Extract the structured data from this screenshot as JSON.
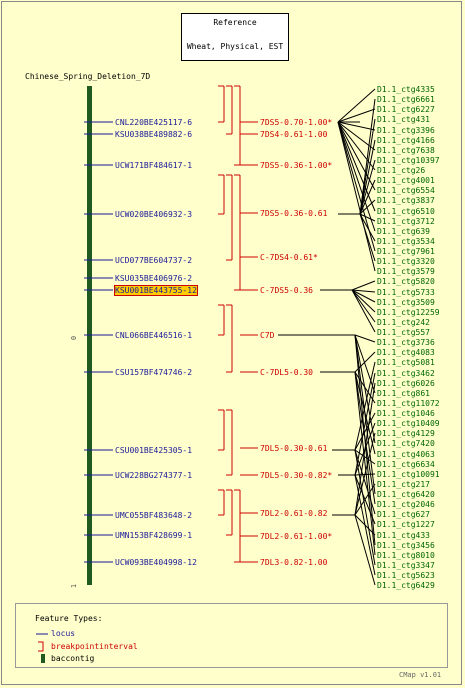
{
  "reference": {
    "line1": "Reference",
    "line2": "Wheat, Physical, EST"
  },
  "map_title": "Chinese_Spring_Deletion_7D",
  "tick_labels": [
    "0",
    "1"
  ],
  "loci": [
    {
      "label": "CNL220BE425117-6",
      "highlight": false
    },
    {
      "label": "KSU038BE489882-6",
      "highlight": false
    },
    {
      "label": "UCW171BF484617-1",
      "highlight": false
    },
    {
      "label": "UCW020BE406932-3",
      "highlight": false
    },
    {
      "label": "UCD077BE604737-2",
      "highlight": false
    },
    {
      "label": "KSU035BE406976-2",
      "highlight": false
    },
    {
      "label": "KSU001BE443755-12",
      "highlight": true
    },
    {
      "label": "CNL066BE446516-1",
      "highlight": false
    },
    {
      "label": "CSU157BF474746-2",
      "highlight": false
    },
    {
      "label": "CSU001BE425305-1",
      "highlight": false
    },
    {
      "label": "UCW228BG274377-1",
      "highlight": false
    },
    {
      "label": "UMC055BF483648-2",
      "highlight": false
    },
    {
      "label": "UMN153BF428699-1",
      "highlight": false
    },
    {
      "label": "UCW093BE404998-12",
      "highlight": false
    }
  ],
  "breakpoints": [
    "7DS5-0.70-1.00*",
    "7DS4-0.61-1.00",
    "7DS5-0.36-1.00*",
    "7DS5-0.36-0.61",
    "C-7DS4-0.61*",
    "C-7DS5-0.36",
    "C7D",
    "C-7DL5-0.30",
    "7DL5-0.30-0.61",
    "7DL5-0.30-0.82*",
    "7DL2-0.61-0.82",
    "7DL2-0.61-1.00*",
    "7DL3-0.82-1.00"
  ],
  "contigs": [
    "D1.1_ctg4335",
    "D1.1_ctg6661",
    "D1.1_ctg6227",
    "D1.1_ctg431",
    "D1.1_ctg3396",
    "D1.1_ctg4166",
    "D1.1_ctg7638",
    "D1.1_ctg10397",
    "D1.1_ctg26",
    "D1.1_ctg4001",
    "D1.1_ctg6554",
    "D1.1_ctg3837",
    "D1.1_ctg6510",
    "D1.1_ctg3712",
    "D1.1_ctg639",
    "D1.1_ctg3534",
    "D1.1_ctg7961",
    "D1.1_ctg3320",
    "D1.1_ctg3579",
    "D1.1_ctg5820",
    "D1.1_ctg5733",
    "D1.1_ctg3509",
    "D1.1_ctg12259",
    "D1.1_ctg242",
    "D1.1_ctg557",
    "D1.1_ctg3736",
    "D1.1_ctg4083",
    "D1.1_ctg5081",
    "D1.1_ctg3462",
    "D1.1_ctg6026",
    "D1.1_ctg861",
    "D1.1_ctg11072",
    "D1.1_ctg1046",
    "D1.1_ctg10409",
    "D1.1_ctg4129",
    "D1.1_ctg7420",
    "D1.1_ctg4063",
    "D1.1_ctg6634",
    "D1.1_ctg10091",
    "D1.1_ctg217",
    "D1.1_ctg6420",
    "D1.1_ctg2046",
    "D1.1_ctg627",
    "D1.1_ctg1227",
    "D1.1_ctg433",
    "D1.1_ctg3456",
    "D1.1_ctg8010",
    "D1.1_ctg3347",
    "D1.1_ctg5623",
    "D1.1_ctg6429"
  ],
  "legend": {
    "title": "Feature Types:",
    "items": [
      {
        "label": "locus",
        "icon": "line-icon",
        "color": "#1a1a99"
      },
      {
        "label": "breakpointinterval",
        "icon": "bracket-icon",
        "color": "#cc0000"
      },
      {
        "label": "baccontig",
        "icon": "bar-icon",
        "color": "#215a21"
      }
    ]
  },
  "footer": "CMap v1.01",
  "colors": {
    "background": "#ffffcc",
    "locus": "#1a1a99",
    "breakpoint": "#cc0000",
    "contig": "#006600",
    "contig_bar": "#215a21",
    "highlight": "#ffcc00"
  }
}
